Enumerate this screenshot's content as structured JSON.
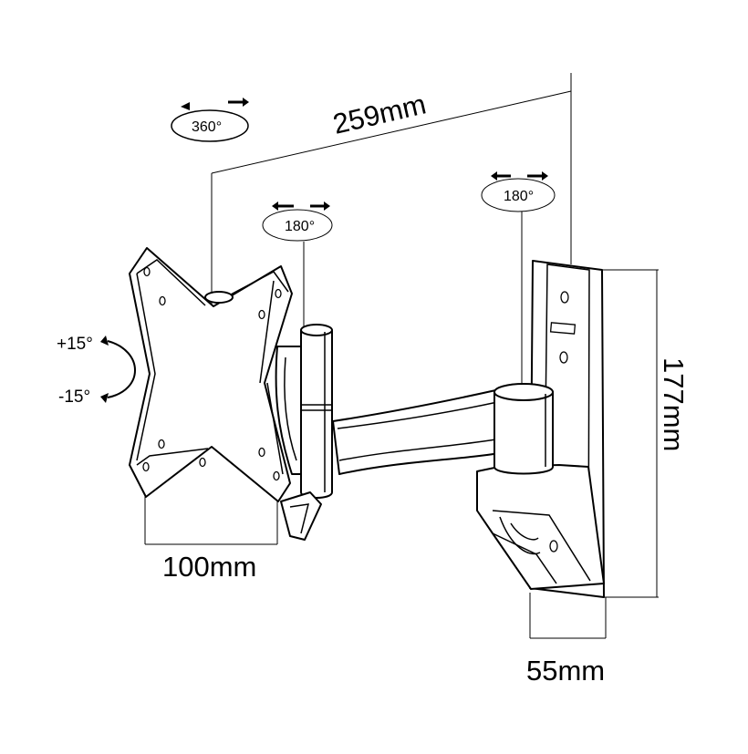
{
  "dimensions": {
    "arm_length": "259mm",
    "vesa": "100mm",
    "height": "177mm",
    "depth": "55mm"
  },
  "rotations": {
    "plate": "360°",
    "inner_joint": "180°",
    "wall_joint": "180°"
  },
  "tilt": {
    "up": "+15°",
    "down": "-15°"
  },
  "colors": {
    "stroke": "#000000",
    "background": "#ffffff"
  }
}
